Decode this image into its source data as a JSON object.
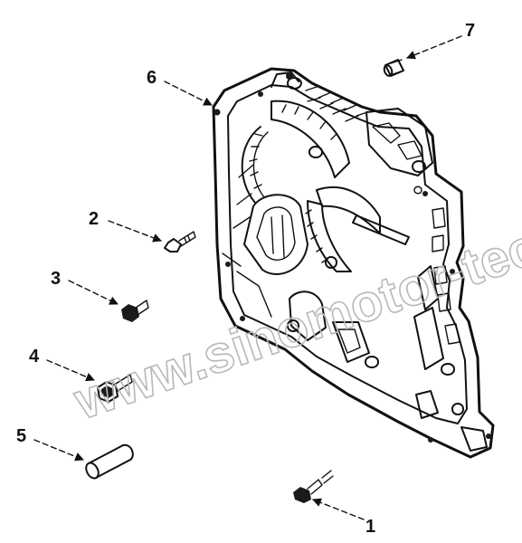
{
  "watermark": "www.sinomotor-tech.kz",
  "corner_mark": "",
  "callouts": [
    {
      "id": "1",
      "label": "1"
    },
    {
      "id": "2",
      "label": "2"
    },
    {
      "id": "3",
      "label": "3"
    },
    {
      "id": "4",
      "label": "4"
    },
    {
      "id": "5",
      "label": "5"
    },
    {
      "id": "6",
      "label": "6"
    },
    {
      "id": "7",
      "label": "7"
    }
  ],
  "colors": {
    "ink": "#111111",
    "watermark": "#b8b8b8",
    "background": "#ffffff"
  }
}
